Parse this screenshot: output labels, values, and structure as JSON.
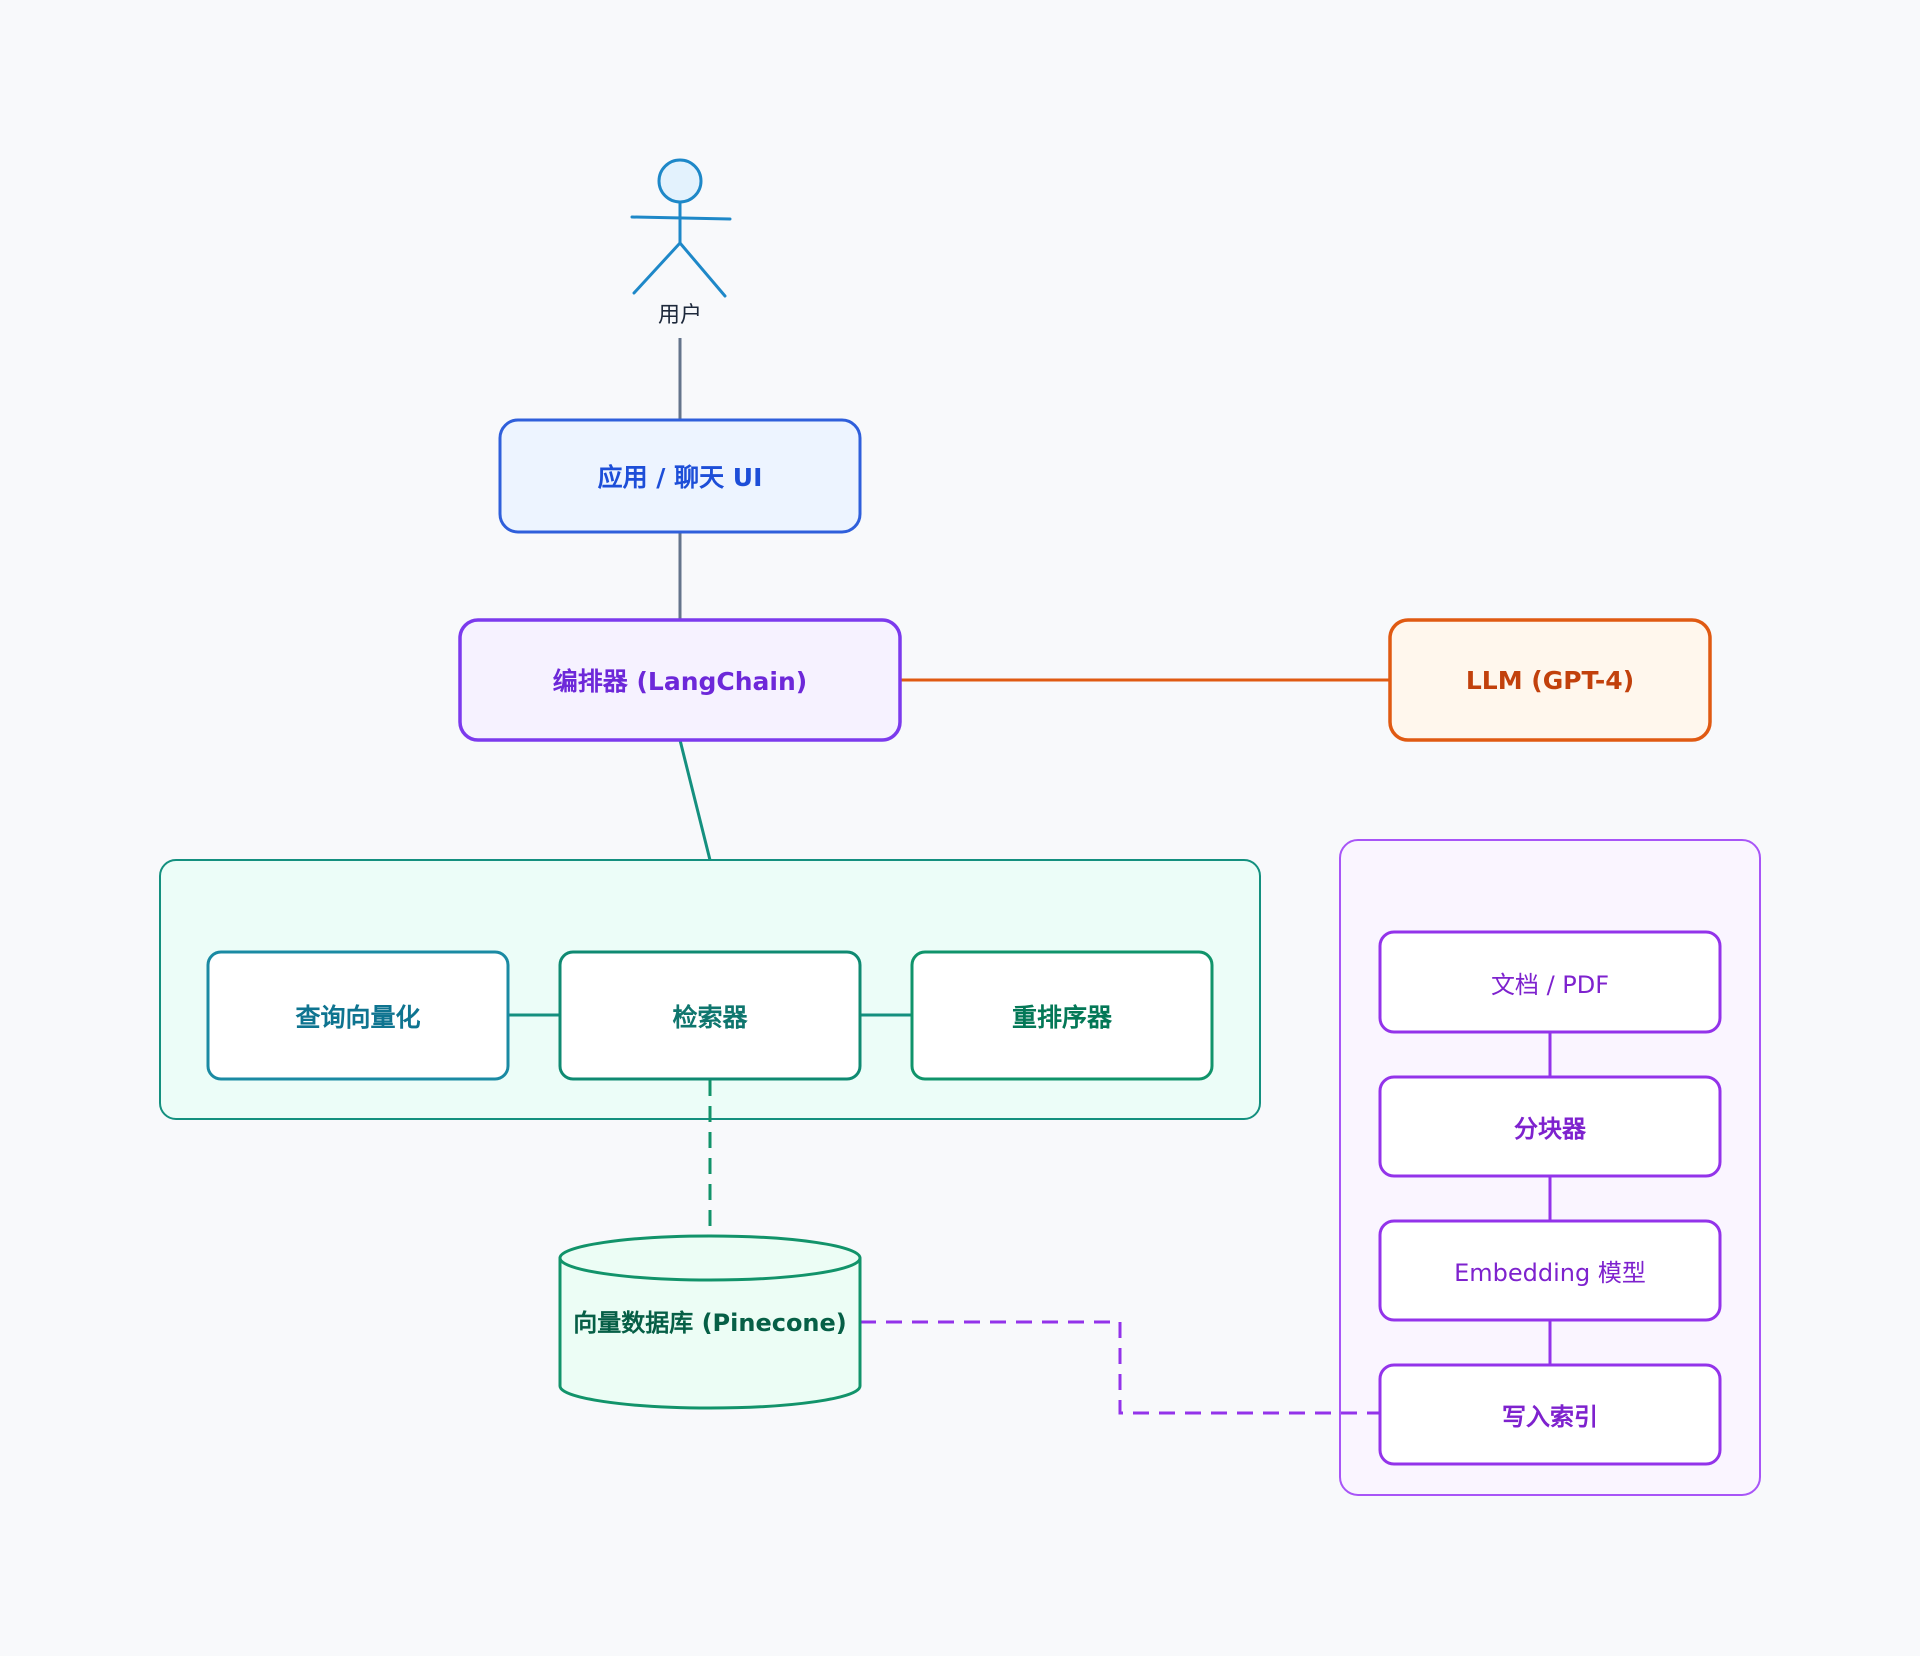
{
  "actor": {
    "label": "用户",
    "color": "#1e88c8"
  },
  "nodes": {
    "app_ui": {
      "label": "应用 / 聊天 UI",
      "text_color": "#1d4ed8",
      "stroke": "#2f5fdb",
      "fill": "#edf4ff"
    },
    "orchestrator": {
      "label": "编排器 (LangChain)",
      "text_color": "#6d28d9",
      "stroke": "#7c3aed",
      "fill": "#f6f2ff"
    },
    "llm": {
      "label": "LLM (GPT-4)",
      "text_color": "#c2410c",
      "stroke": "#e05a12",
      "fill": "#fff7ed"
    },
    "query_vectorize": {
      "label": "查询向量化",
      "text_color": "#0e7490",
      "stroke": "#1a8aa3",
      "fill": "#ffffff"
    },
    "retriever": {
      "label": "检索器",
      "text_color": "#0f766e",
      "stroke": "#0f8a72",
      "fill": "#ffffff"
    },
    "reranker": {
      "label": "重排序器",
      "text_color": "#047857",
      "stroke": "#10946b",
      "fill": "#ffffff"
    },
    "vector_db": {
      "label": "向量数据库 (Pinecone)",
      "text_color": "#065f46",
      "stroke": "#12936a",
      "fill": "#ecfdf5"
    },
    "docs": {
      "label": "文档 / PDF",
      "text_color": "#7e22ce",
      "stroke": "#9333ea",
      "fill": "#ffffff"
    },
    "chunker": {
      "label": "分块器",
      "text_color": "#7e22ce",
      "stroke": "#9333ea",
      "fill": "#ffffff"
    },
    "embedding": {
      "label": "Embedding 模型",
      "text_color": "#7e22ce",
      "stroke": "#9333ea",
      "fill": "#ffffff"
    },
    "write_index": {
      "label": "写入索引",
      "text_color": "#7e22ce",
      "stroke": "#9333ea",
      "fill": "#ffffff"
    }
  },
  "groups": {
    "retrieval": {
      "stroke": "#14907f",
      "fill": "#ecfdf8"
    },
    "ingestion": {
      "stroke": "#a855f7",
      "fill": "#faf5ff"
    }
  },
  "edge_colors": {
    "gray": "#64748b",
    "llm": "#e05a12",
    "teal": "#14907f",
    "db": "#12936a",
    "ingest": "#9333ea"
  }
}
